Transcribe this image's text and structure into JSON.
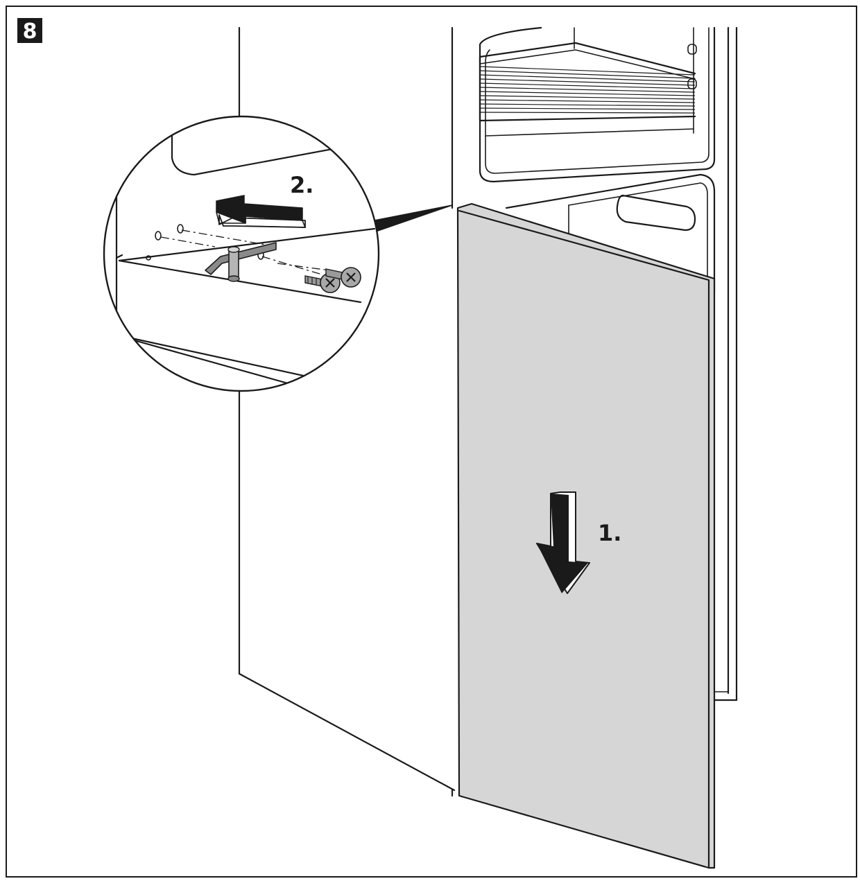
{
  "figure": {
    "step_number": "8",
    "instruction_1_label": "1.",
    "instruction_2_label": "2.",
    "colors": {
      "panel_fill": "#d6d6d6",
      "line": "#1a1a1a",
      "badge_fill": "#1a1a1a",
      "background": "#ffffff"
    },
    "icons": [
      "down-arrow-icon",
      "right-arrow-icon",
      "screw-icon",
      "hinge-bracket-icon"
    ]
  }
}
